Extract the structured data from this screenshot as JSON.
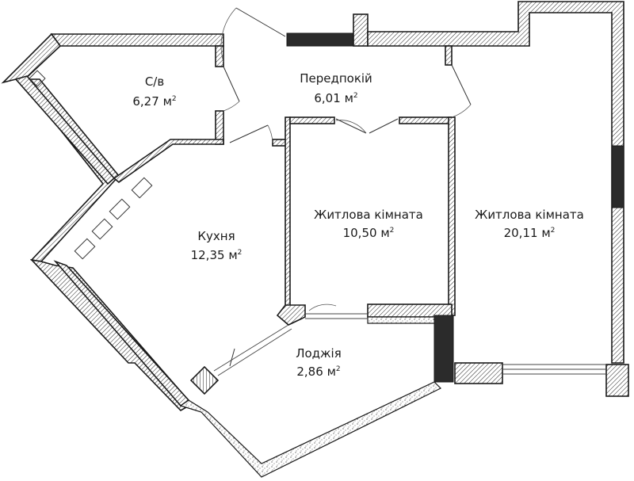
{
  "plan": {
    "rooms": [
      {
        "id": "bathroom",
        "name": "С/в",
        "area": "6,27",
        "unit": "м",
        "exp": "2"
      },
      {
        "id": "hallway",
        "name": "Передпокій",
        "area": "6,01",
        "unit": "м",
        "exp": "2"
      },
      {
        "id": "kitchen",
        "name": "Кухня",
        "area": "12,35",
        "unit": "м",
        "exp": "2"
      },
      {
        "id": "living-room-small",
        "name": "Житлова кімната",
        "area": "10,50",
        "unit": "м",
        "exp": "2"
      },
      {
        "id": "living-room-large",
        "name": "Житлова кімната",
        "area": "20,11",
        "unit": "м",
        "exp": "2"
      },
      {
        "id": "loggia",
        "name": "Лоджія",
        "area": "2,86",
        "unit": "м",
        "exp": "2"
      }
    ]
  }
}
